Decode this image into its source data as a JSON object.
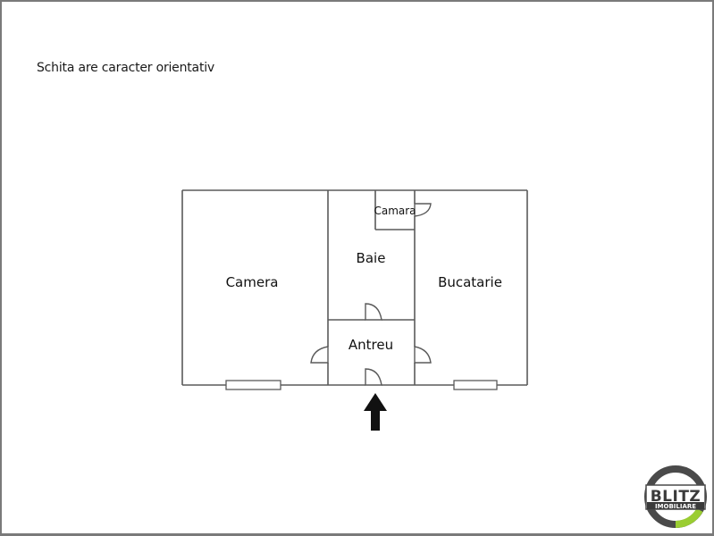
{
  "note": {
    "text": "Schita are caracter orientativ"
  },
  "floorplan": {
    "rooms": [
      {
        "id": "camera",
        "label": "Camera"
      },
      {
        "id": "baie",
        "label": "Baie"
      },
      {
        "id": "camara",
        "label": "Camara"
      },
      {
        "id": "bucatarie",
        "label": "Bucatarie"
      },
      {
        "id": "antreu",
        "label": "Antreu"
      }
    ],
    "entrance_arrow": "arrow-up-icon",
    "wall_color": "#5a5a5a"
  },
  "logo": {
    "line1": "BLITZ",
    "line2": "IMOBILIARE",
    "ring_dark": "#4a4a4a",
    "ring_accent": "#9acd32"
  }
}
